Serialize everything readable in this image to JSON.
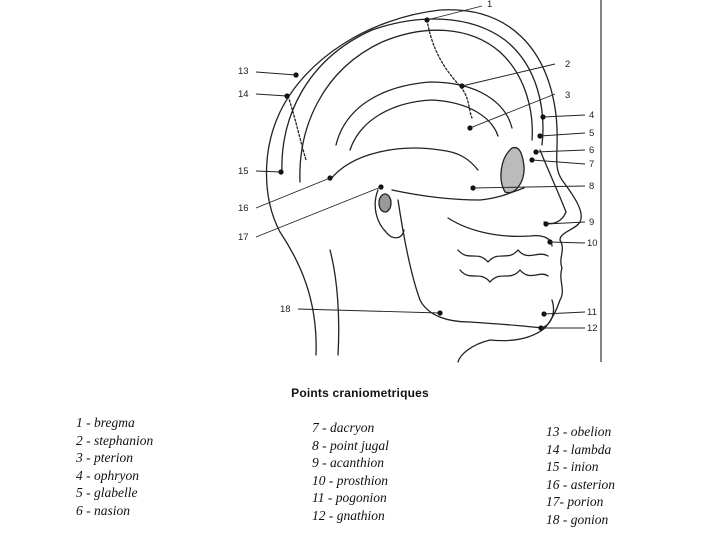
{
  "caption": "Points craniometriques",
  "labels": [
    "1 - bregma",
    "2 - stephanion",
    "3 - pterion",
    "4 - ophryon",
    "5 - glabelle",
    "6 - nasion",
    "7 - dacryon",
    "8 - point jugal",
    "9 - acanthion",
    "10 - prosthion",
    "11 - pogonion",
    "12 - gnathion",
    "13 - obelion",
    "14 - lambda",
    "15 - inion",
    "16 - asterion",
    "17- porion",
    "18 - gonion"
  ],
  "numbers": [
    "1",
    "2",
    "3",
    "4",
    "5",
    "6",
    "7",
    "8",
    "9",
    "10",
    "11",
    "12",
    "13",
    "14",
    "15",
    "16",
    "17",
    "18"
  ]
}
